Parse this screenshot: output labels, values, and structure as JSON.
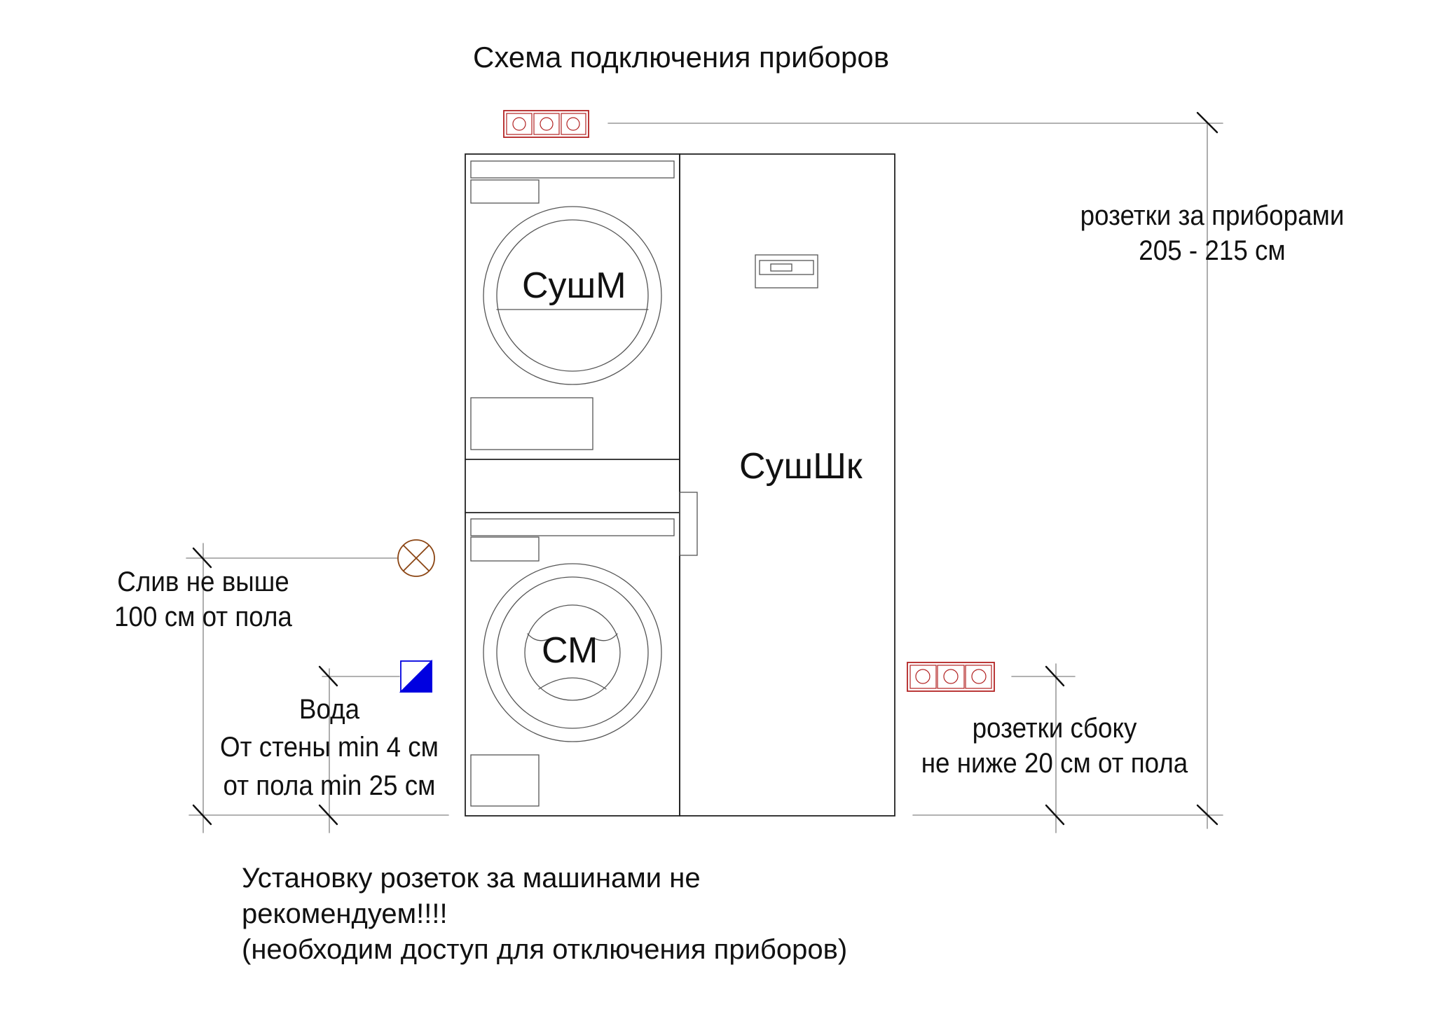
{
  "title": "Схема подключения приборов",
  "appliances": {
    "dryer": "СушМ",
    "washer": "СМ",
    "drying_cabinet": "СушШк"
  },
  "notes": {
    "outlets_behind": [
      "розетки за приборами",
      "205 - 215 см"
    ],
    "drain": [
      "Слив не выше",
      "100 см от пола"
    ],
    "water": [
      "Вода",
      "От стены min 4 см",
      "от пола min 25 см"
    ],
    "outlets_side": [
      "розетки сбоку",
      "не ниже 20 см от пола"
    ],
    "warning": [
      "Установку розеток за машинами не",
      "рекомендуем!!!!",
      "(необходим доступ  для отключения приборов)"
    ]
  },
  "legend_colors": {
    "outlet": "#b22222",
    "water_valve": "#0000e0",
    "drain_symbol": "#8b4513",
    "line": "#222222",
    "dim_line": "#999999"
  },
  "icons": {
    "outlet": "triple-socket-outlet-icon",
    "water": "water-valve-icon",
    "drain": "drain-cross-circle-icon"
  }
}
